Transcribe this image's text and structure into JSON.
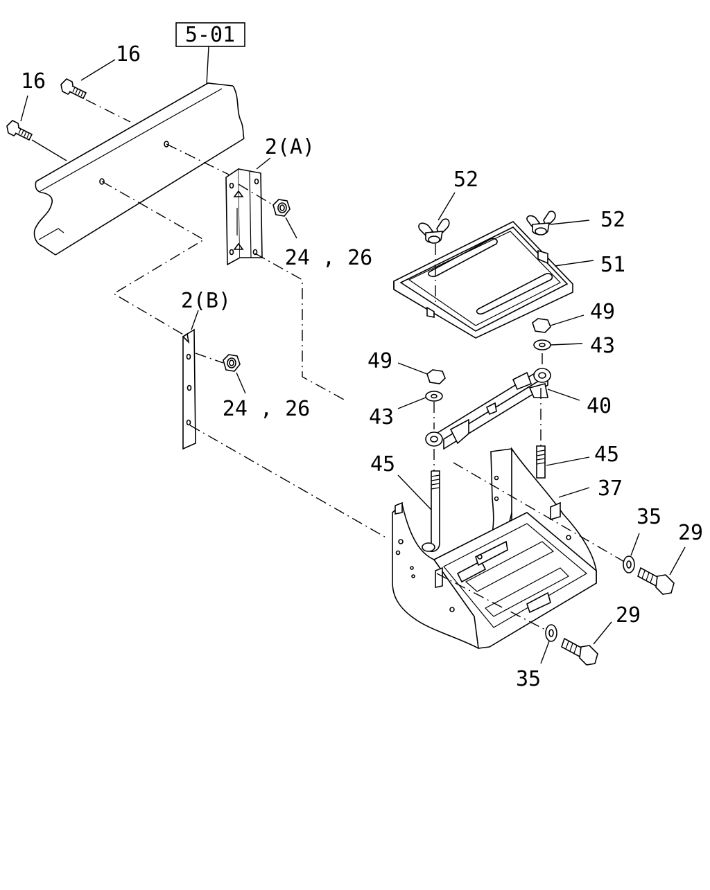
{
  "diagram": {
    "reference_box": "5-01",
    "labels": {
      "p16a": "16",
      "p16b": "16",
      "p2a": "2(A)",
      "p2426a": "24 , 26",
      "p2b": "2(B)",
      "p2426b": "24 , 26",
      "p52a": "52",
      "p52b": "52",
      "p51": "51",
      "p49a": "49",
      "p43a": "43",
      "p49b": "49",
      "p43b": "43",
      "p40": "40",
      "p45a": "45",
      "p45b": "45",
      "p37": "37",
      "p35a": "35",
      "p29a": "29",
      "p29b": "29",
      "p35b": "35"
    }
  }
}
